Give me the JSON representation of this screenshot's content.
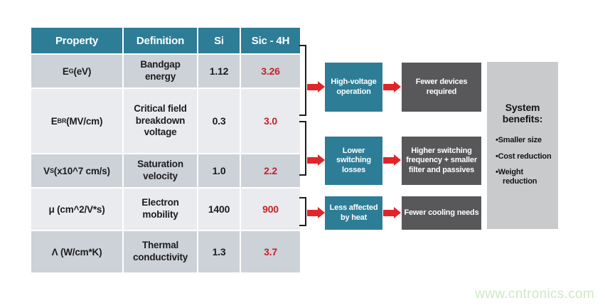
{
  "table": {
    "headers": [
      "Property",
      "Definition",
      "Si",
      "Sic - 4H"
    ],
    "rows": [
      {
        "property": {
          "pre": "E",
          "sub": "G",
          "post": " (eV)"
        },
        "definition": "Bandgap energy",
        "si": "1.12",
        "sic": "3.26"
      },
      {
        "property": {
          "pre": "E",
          "sub": "BR",
          "post": " (MV/cm)"
        },
        "definition": "Critical field breakdown voltage",
        "si": "0.3",
        "sic": "3.0"
      },
      {
        "property": {
          "pre": "V",
          "sub": "S",
          "post": " (x10^7 cm/s)"
        },
        "definition": "Saturation velocity",
        "si": "1.0",
        "sic": "2.2"
      },
      {
        "property": {
          "pre": "μ (cm^2/V*s)",
          "sub": "",
          "post": ""
        },
        "definition": "Electron mobility",
        "si": "1400",
        "sic": "900"
      },
      {
        "property": {
          "pre": "Λ (W/cm*K)",
          "sub": "",
          "post": ""
        },
        "definition": "Thermal conductivity",
        "si": "1.3",
        "sic": "3.7"
      }
    ]
  },
  "flows": [
    {
      "cause": "High-voltage operation",
      "effect": "Fewer devices required"
    },
    {
      "cause": "Lower switching losses",
      "effect": "Higher switching frequency + smaller filter and passives"
    },
    {
      "cause": "Less affected by heat",
      "effect": "Fewer cooling needs"
    }
  ],
  "benefits": {
    "title": "System benefits:",
    "items": [
      "Smaller size",
      "Cost reduction",
      "Weight reduction"
    ]
  },
  "watermark": "www.cntronics.com",
  "colors": {
    "teal": "#2e7d96",
    "dark_gray_box": "#58585a",
    "panel_gray": "#c9cacc",
    "row_dark": "#cdd2d8",
    "row_light": "#e9ebee",
    "value_red": "#c32127",
    "arrow_red": "#e02529",
    "bracket_black": "#1d1d1f",
    "watermark_green": "#cde9c4"
  }
}
